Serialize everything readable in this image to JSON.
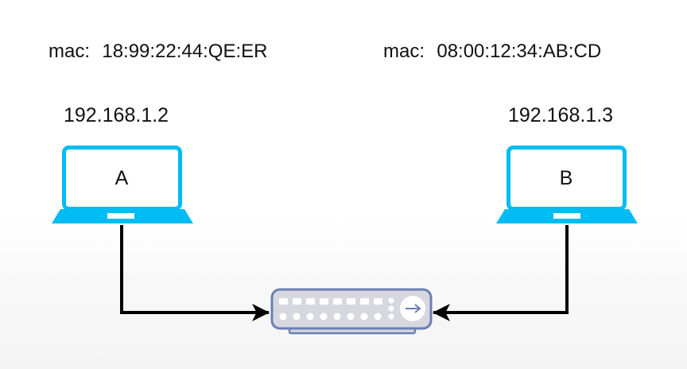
{
  "devices": [
    {
      "id": "A",
      "label": "A",
      "mac_prefix": "mac",
      "mac": "18:99:22:44:QE:ER",
      "ip": "192.168.1.2"
    },
    {
      "id": "B",
      "label": "B",
      "mac_prefix": "mac",
      "mac": "08:00:12:34:AB:CD",
      "ip": "192.168.1.3"
    }
  ],
  "colors": {
    "laptop": "#00BCF2",
    "switch_fill": "#D7D7DF",
    "switch_stroke": "#6B7FB0",
    "arrow": "#000000"
  },
  "icons": [
    "laptop-icon",
    "network-switch-icon"
  ]
}
